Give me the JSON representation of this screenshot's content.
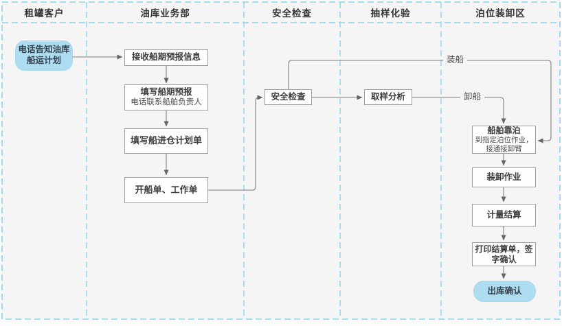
{
  "lanes": [
    {
      "label": "租罐客户"
    },
    {
      "label": "油库业务部"
    },
    {
      "label": "安全检查"
    },
    {
      "label": "抽样化验"
    },
    {
      "label": "泊位装卸区"
    }
  ],
  "nodes": {
    "start": {
      "label": "电话告知油库\n船运计划"
    },
    "receive_forecast": {
      "label": "接收船期预报信息"
    },
    "fill_forecast": {
      "title": "填写船期预报",
      "subtitle": "电话联系船舶负责人"
    },
    "fill_entry_plan": {
      "label": "填写船进仓计划单"
    },
    "issue_orders": {
      "label": "开船单、工作单"
    },
    "safety_check": {
      "label": "安全检查"
    },
    "sampling_analysis": {
      "label": "取样分析"
    },
    "berthing": {
      "title": "船舶靠泊",
      "subtitle": "到指定泊位作业，\n接通接卸臂"
    },
    "loading_ops": {
      "label": "装卸作业"
    },
    "settlement": {
      "label": "计量结算"
    },
    "print_sign": {
      "label": "打印结算单，签\n字确认"
    },
    "outbound_confirm": {
      "label": "出库确认"
    }
  },
  "edge_labels": {
    "load_ship": "装船",
    "unload_ship": "卸船"
  },
  "colors": {
    "lane_border_blue": "#87d3f0",
    "lane_background": "#f5f5f6",
    "terminal_fill": "#aeddf2",
    "box_border": "#9c9c9c",
    "connector_gray": "#7d7d7d",
    "text_dark": "#3d3d3d"
  }
}
